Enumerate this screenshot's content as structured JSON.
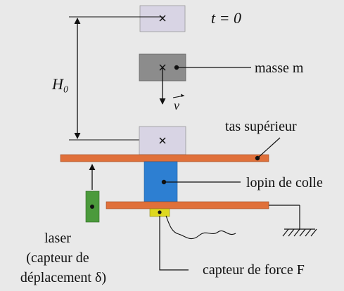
{
  "labels": {
    "t0": "t = 0",
    "mass": "masse m",
    "velocity": "v",
    "height": "H₀",
    "upper_anvil": "tas supérieur",
    "glue": "lopin de colle",
    "laser_line1": "laser",
    "laser_line2": "(capteur de",
    "laser_line3": "déplacement δ)",
    "force_sensor": "capteur de force F"
  },
  "colors": {
    "background": "#e9e9e9",
    "mass_initial": "#d8d4e4",
    "mass_falling": "#8c8c8c",
    "mass_impact": "#d8d4e4",
    "plate": "#e0703a",
    "glue": "#2d7fd2",
    "laser": "#4b9a3c",
    "sensor": "#ded81e",
    "line": "#111111"
  },
  "icons": {
    "center_marker": "cross-icon",
    "attach_point": "dot-icon",
    "ground": "ground-hatch-icon"
  }
}
